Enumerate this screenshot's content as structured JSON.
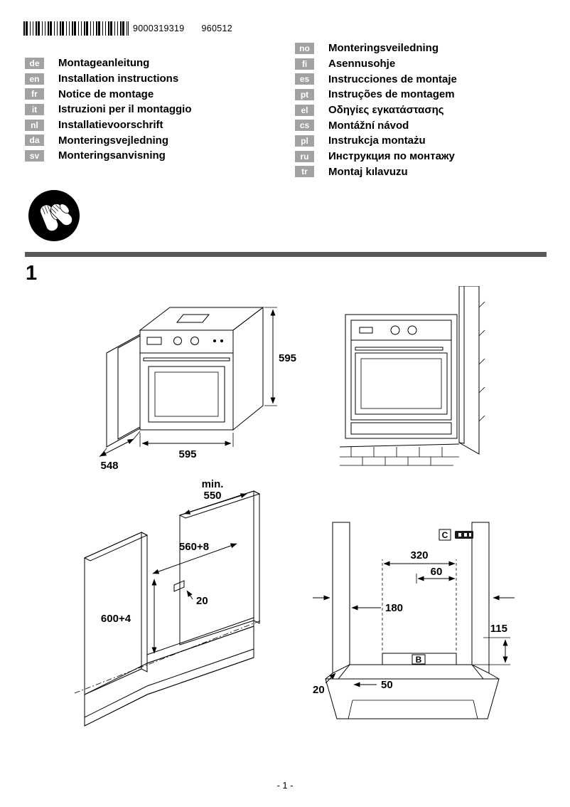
{
  "header": {
    "barcode_number": "9000319319",
    "code": "960512"
  },
  "languages": {
    "left": [
      {
        "code": "de",
        "title": "Montageanleitung"
      },
      {
        "code": "en",
        "title": "Installation instructions"
      },
      {
        "code": "fr",
        "title": "Notice de montage"
      },
      {
        "code": "it",
        "title": "Istruzioni per il montaggio"
      },
      {
        "code": "nl",
        "title": "Installatievoorschrift"
      },
      {
        "code": "da",
        "title": "Monteringsvejledning"
      },
      {
        "code": "sv",
        "title": "Monteringsanvisning"
      }
    ],
    "right": [
      {
        "code": "no",
        "title": "Monteringsveiledning"
      },
      {
        "code": "fi",
        "title": "Asennusohje"
      },
      {
        "code": "es",
        "title": "Instrucciones de montaje"
      },
      {
        "code": "pt",
        "title": "Instruções de montagem"
      },
      {
        "code": "el",
        "title": "Οδηγίες εγκατάστασης"
      },
      {
        "code": "cs",
        "title": "Montážní návod"
      },
      {
        "code": "pl",
        "title": "Instrukcja montażu"
      },
      {
        "code": "ru",
        "title": "Инструкция по монтажу"
      },
      {
        "code": "tr",
        "title": "Montaj kılavuzu"
      }
    ]
  },
  "section": {
    "number": "1"
  },
  "figures": {
    "oven": {
      "height": "595",
      "depth": "548",
      "width": "595"
    },
    "cabinet": {
      "min_label": "min.",
      "min_value": "550",
      "cutout_width": "560+8",
      "niche_height": "600+4",
      "back_gap": "20"
    },
    "niche": {
      "width_320": "320",
      "width_60": "60",
      "dim_180": "180",
      "dim_115": "115",
      "dim_20": "20",
      "dim_50": "50",
      "label_b": "B",
      "label_c": "C"
    }
  },
  "footer": {
    "page": "- 1 -"
  }
}
